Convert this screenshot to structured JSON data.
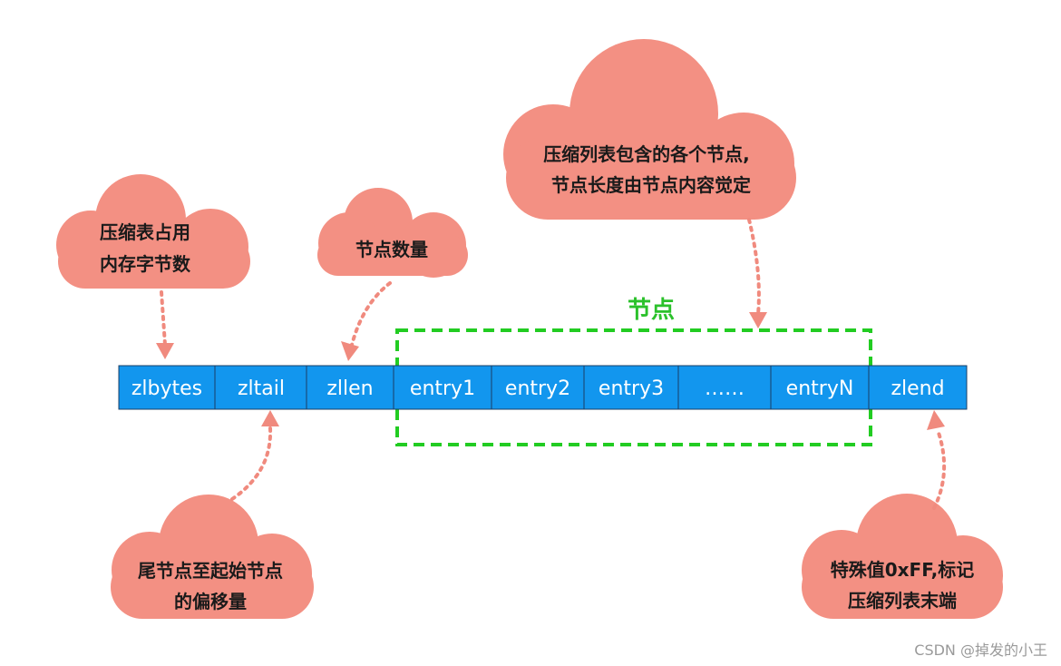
{
  "colors": {
    "cell_fill": "#1296ee",
    "cell_border": "#1b3f66",
    "cloud": "#f39083",
    "arrow": "#f08a7e",
    "node_box": "#22cc22"
  },
  "cells": [
    {
      "label": "zlbytes"
    },
    {
      "label": "zltail"
    },
    {
      "label": "zllen"
    },
    {
      "label": "entry1"
    },
    {
      "label": "entry2"
    },
    {
      "label": "entry3"
    },
    {
      "label": "……"
    },
    {
      "label": "entryN"
    },
    {
      "label": "zlend"
    }
  ],
  "node_group": {
    "label": "节点"
  },
  "clouds": {
    "zlbytes": {
      "line1": "压缩表占用",
      "line2": "内存字节数"
    },
    "zllen": {
      "line1": "节点数量"
    },
    "entries": {
      "line1": "压缩列表包含的各个节点,",
      "line2": "节点长度由节点内容觉定"
    },
    "zltail": {
      "line1": "尾节点至起始节点",
      "line2": "的偏移量"
    },
    "zlend": {
      "line1": "特殊值0xFF,标记",
      "line2": "压缩列表末端"
    }
  },
  "watermark": "CSDN @掉发的小王"
}
